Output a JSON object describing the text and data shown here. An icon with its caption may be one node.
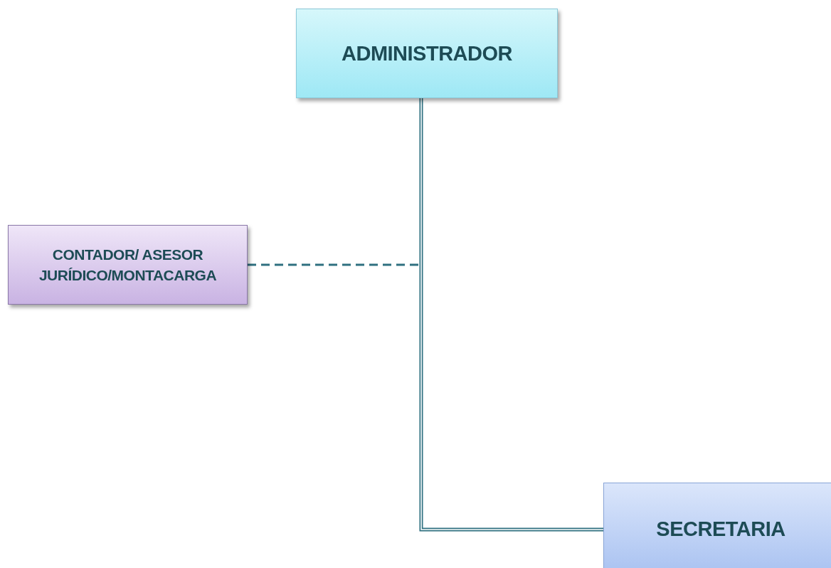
{
  "diagram": {
    "nodes": [
      {
        "text": [
          "ADMINISTRADOR"
        ]
      },
      {
        "text": [
          "CONTADOR/ ASESOR JURÍDICO/MONTACARGA"
        ]
      },
      {
        "text": [
          "SECRETARIA"
        ]
      }
    ],
    "edges": [
      {
        "from": 0,
        "to": 2,
        "arrow": "none"
      },
      {
        "from": 1,
        "to": null,
        "arrow": "none",
        "style": "dashed"
      }
    ]
  }
}
